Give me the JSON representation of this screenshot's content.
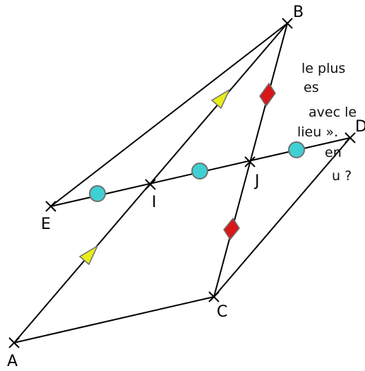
{
  "background_text": [
    "le plus",
    "es",
    "avec le",
    "lieu ».",
    "en",
    "u ?"
  ],
  "points": {
    "A": "A",
    "B": "B",
    "C": "C",
    "D": "D",
    "E": "E",
    "I": "I",
    "J": "J"
  },
  "colors": {
    "line": "#000000",
    "circle_marker": "#3fd0d4",
    "triangle_marker": "#e8ee1a",
    "diamond_marker": "#d81818",
    "marker_outline": "#707070"
  }
}
